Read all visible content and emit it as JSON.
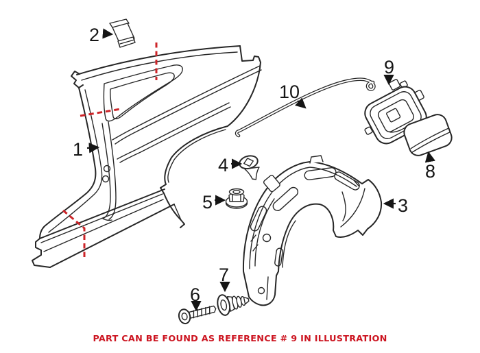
{
  "colors": {
    "background": "#ffffff",
    "line": "#262626",
    "dash_red": "#cc2428",
    "note_red": "#cc1420"
  },
  "callouts": [
    {
      "label": "1"
    },
    {
      "label": "2"
    },
    {
      "label": "3"
    },
    {
      "label": "4"
    },
    {
      "label": "5"
    },
    {
      "label": "6"
    },
    {
      "label": "7"
    },
    {
      "label": "8"
    },
    {
      "label": "9"
    },
    {
      "label": "10"
    }
  ],
  "note": {
    "text": "PART CAN BE FOUND AS REFERENCE # 9 IN ILLUSTRATION"
  }
}
